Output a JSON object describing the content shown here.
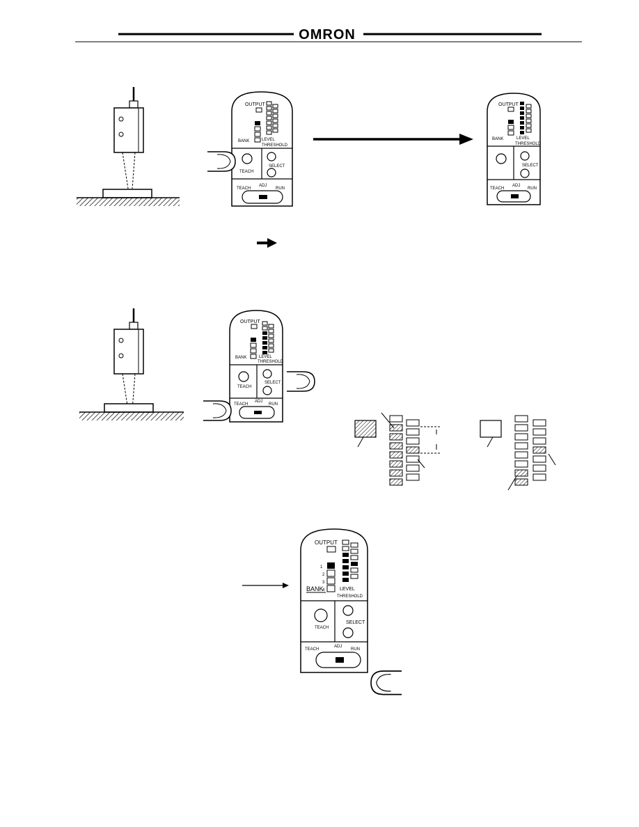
{
  "brand": "OMRON",
  "panel": {
    "output": "OUTPUT",
    "bank": "BANK",
    "bank_numbers": [
      "1",
      "2",
      "3",
      "4"
    ],
    "level": "LEVEL",
    "threshold": "THRESHOLD",
    "teach": "TEACH",
    "select": "SELECT",
    "adj": "ADJ",
    "run": "RUN"
  },
  "colors": {
    "ink": "#000000",
    "paper": "#ffffff"
  },
  "icons": [
    "finger-icon",
    "arrow-right-icon",
    "sensor-icon",
    "ground-hatch-icon"
  ]
}
